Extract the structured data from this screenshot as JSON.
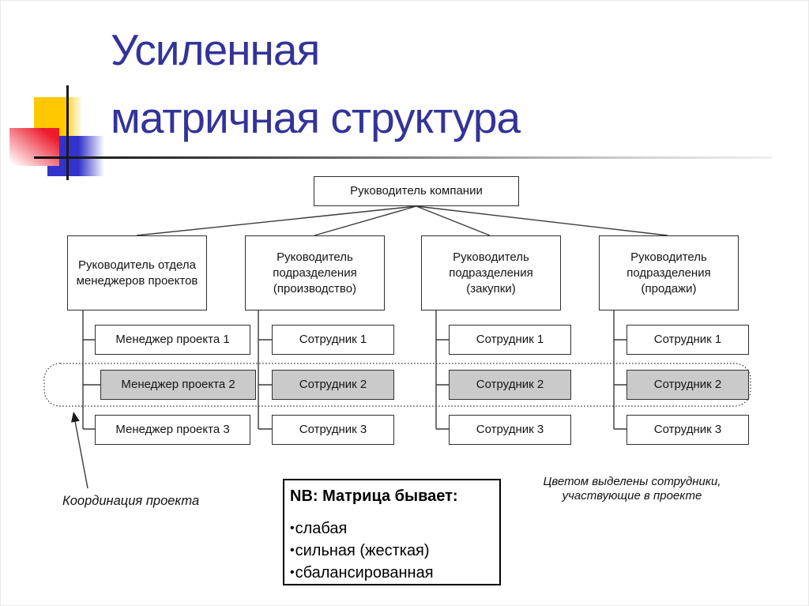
{
  "slide": {
    "title_line1": "Усиленная",
    "title_line2": "матричная структура"
  },
  "org": {
    "ceo": {
      "label": "Руководитель компании"
    },
    "departments": [
      {
        "label": "Руководитель отдела менеджеров проектов",
        "employees": [
          {
            "label": "Менеджер проекта 1",
            "highlighted": false
          },
          {
            "label": "Менеджер проекта 2",
            "highlighted": true
          },
          {
            "label": "Менеджер проекта 3",
            "highlighted": false
          }
        ]
      },
      {
        "label": "Руководитель подразделения (производство)",
        "employees": [
          {
            "label": "Сотрудник 1",
            "highlighted": false
          },
          {
            "label": "Сотрудник 2",
            "highlighted": true
          },
          {
            "label": "Сотрудник 3",
            "highlighted": false
          }
        ]
      },
      {
        "label": "Руководитель подразделения (закупки)",
        "employees": [
          {
            "label": "Сотрудник 1",
            "highlighted": false
          },
          {
            "label": "Сотрудник 2",
            "highlighted": true
          },
          {
            "label": "Сотрудник 3",
            "highlighted": false
          }
        ]
      },
      {
        "label": "Руководитель подразделения (продажи)",
        "employees": [
          {
            "label": "Сотрудник 1",
            "highlighted": false
          },
          {
            "label": "Сотрудник 2",
            "highlighted": true
          },
          {
            "label": "Сотрудник 3",
            "highlighted": false
          }
        ]
      }
    ]
  },
  "annotations": {
    "coordination": "Координация проекта",
    "highlight_note": "Цветом выделены сотрудники,\nучаствующие в проекте"
  },
  "note_box": {
    "title": "NB: Матрица бывает:",
    "bullet": "•",
    "items": [
      "слабая",
      "сильная (жесткая)",
      "сбалансированная"
    ]
  },
  "colors": {
    "title": "#333399",
    "highlight_fill": "#cacaca",
    "box_border": "#2f2f2f",
    "line": "#3a3a3a",
    "decor_yellow": "#ffc800",
    "decor_red": "#ec1c2d",
    "decor_blue": "#3333cc"
  }
}
